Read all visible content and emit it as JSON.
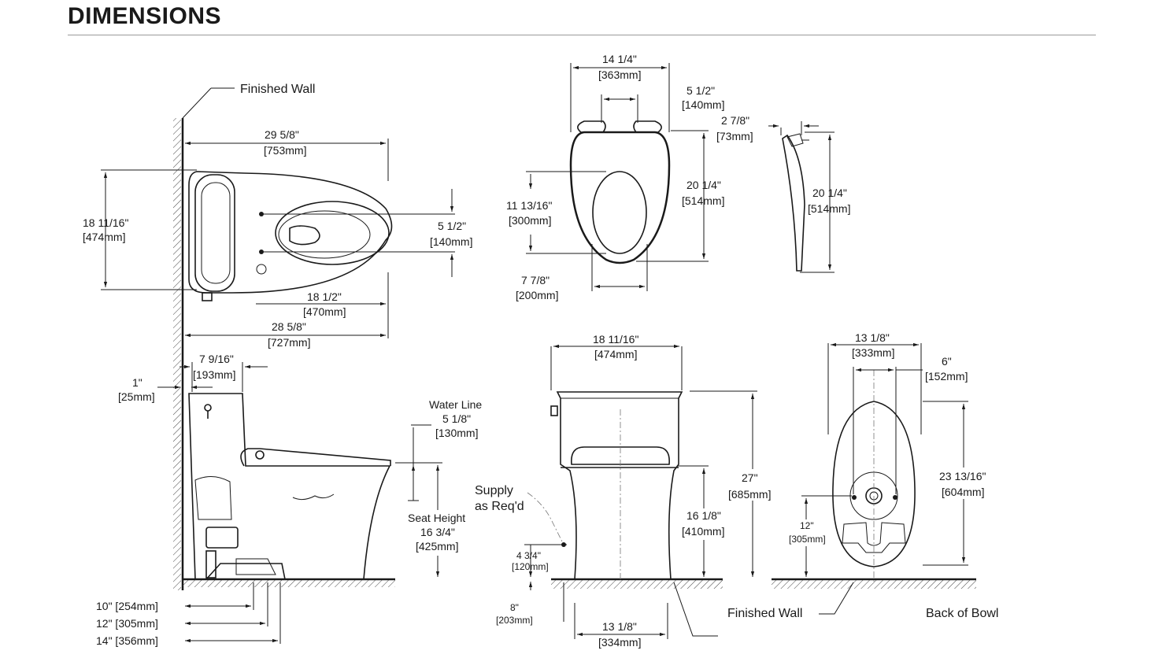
{
  "header": {
    "title": "DIMENSIONS"
  },
  "labels": {
    "finished_wall_top": "Finished Wall",
    "finished_wall_bottom": "Finished Wall",
    "back_of_bowl": "Back of Bowl",
    "water_line": "Water Line",
    "seat_height": "Seat Height",
    "supply_1": "Supply",
    "supply_2": "as Req'd"
  },
  "dims": {
    "top_length_in": "29 5/8\"",
    "top_length_mm": "[753mm]",
    "top_width_in": "18 11/16\"",
    "top_width_mm": "[474mm]",
    "bolt_in": "5 1/2\"",
    "bolt_mm": "[140mm]",
    "bowl_in": "18 1/2\"",
    "bowl_mm": "[470mm]",
    "body_in": "28 5/8\"",
    "body_mm": "[727mm]",
    "seat_w_in": "14 1/4\"",
    "seat_w_mm": "[363mm]",
    "seat_hinge_in": "5 1/2\"",
    "seat_hinge_mm": "[140mm]",
    "seat_open_in": "11 13/16\"",
    "seat_open_mm": "[300mm]",
    "seat_len_in": "20 1/4\"",
    "seat_len_mm": "[514mm]",
    "seat_front_in": "7 7/8\"",
    "seat_front_mm": "[200mm]",
    "seat_side_in": "2 7/8\"",
    "seat_side_mm": "[73mm]",
    "seat_side_len_in": "20 1/4\"",
    "seat_side_len_mm": "[514mm]",
    "tank_off_in": "7 9/16\"",
    "tank_off_mm": "[193mm]",
    "wall_gap_in": "1\"",
    "wall_gap_mm": "[25mm]",
    "water_in": "5 1/8\"",
    "water_mm": "[130mm]",
    "seat_h_in": "16 3/4\"",
    "seat_h_mm": "[425mm]",
    "rough_10": "10\" [254mm]",
    "rough_12": "12\" [305mm]",
    "rough_14": "14\" [356mm]",
    "front_w_in": "18 11/16\"",
    "front_w_mm": "[474mm]",
    "front_h_in": "27\"",
    "front_h_mm": "[685mm]",
    "front_rim_in": "16 1/8\"",
    "front_rim_mm": "[410mm]",
    "supply_h_in": "4 3/4\"",
    "supply_h_mm": "[120mm]",
    "supply_off_in": "8\"",
    "supply_off_mm": "[203mm]",
    "base_w_in": "13 1/8\"",
    "base_w_mm": "[334mm]",
    "back_w_in": "13 1/8\"",
    "back_w_mm": "[333mm]",
    "back_6_in": "6\"",
    "back_6_mm": "[152mm]",
    "back_len_in": "23 13/16\"",
    "back_len_mm": "[604mm]",
    "back_12_in": "12\"",
    "back_12_mm": "[305mm]"
  }
}
